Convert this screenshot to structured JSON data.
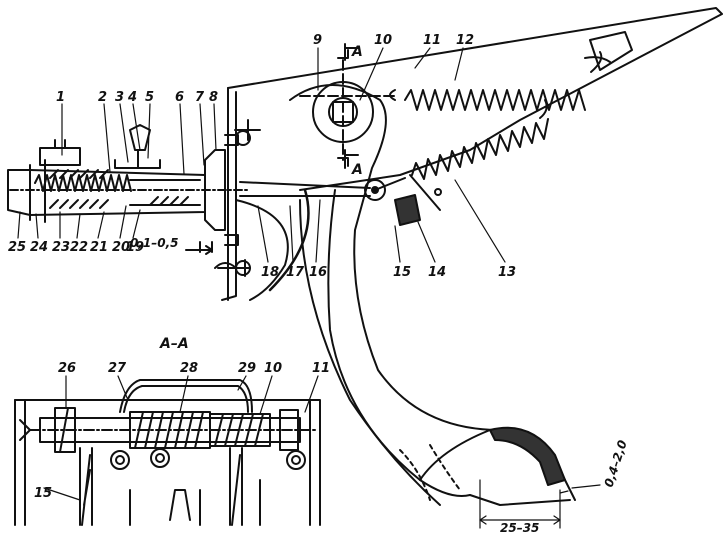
{
  "diagram": {
    "part_labels": [
      "1",
      "2",
      "3",
      "4",
      "5",
      "6",
      "7",
      "8",
      "9",
      "10",
      "11",
      "12",
      "13",
      "14",
      "15",
      "16",
      "17",
      "18",
      "19",
      "20",
      "21",
      "22",
      "23",
      "24",
      "25",
      "26",
      "27",
      "28",
      "29",
      "10",
      "11",
      "15"
    ],
    "section_marker": "A",
    "section_title": "A–A",
    "dimensions": {
      "clearance": "0,1–0,5",
      "pedal_free_play": "25–35",
      "gap": "0,4–2,0"
    },
    "colors": {
      "ink": "#111111",
      "paper": "#ffffff"
    }
  }
}
